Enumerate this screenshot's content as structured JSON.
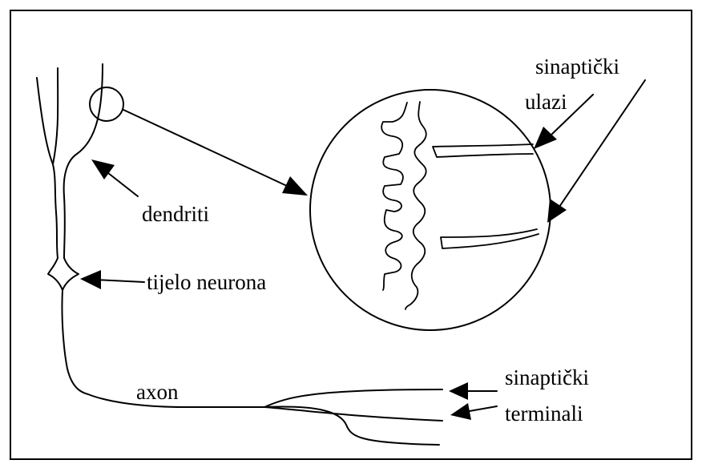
{
  "labels": {
    "dendrites": "dendriti",
    "cell_body": "tijelo neurona",
    "axon": "axon",
    "synaptic_inputs_line1": "sinaptički",
    "synaptic_inputs_line2": "ulazi",
    "synaptic_terminals_line1": "sinaptički",
    "synaptic_terminals_line2": "terminali"
  },
  "colors": {
    "stroke": "#000000",
    "background": "#ffffff"
  }
}
